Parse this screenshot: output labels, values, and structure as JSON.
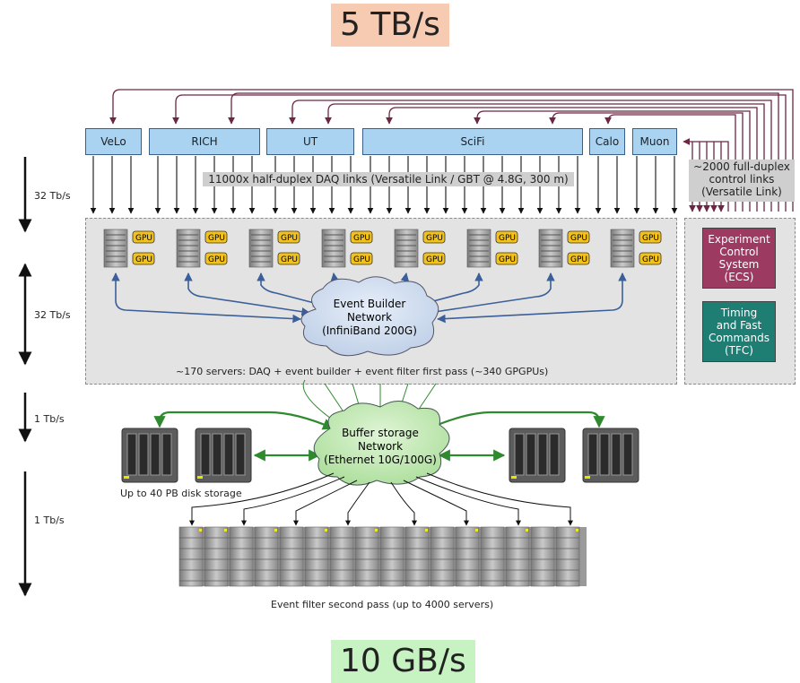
{
  "banners": {
    "top": "5 TB/s",
    "bottom": "10 GB/s"
  },
  "detectors": [
    {
      "label": "VeLo"
    },
    {
      "label": "RICH"
    },
    {
      "label": "UT"
    },
    {
      "label": "SciFi"
    },
    {
      "label": "Calo"
    },
    {
      "label": "Muon"
    }
  ],
  "rates": {
    "r1": "32 Tb/s",
    "r2": "32 Tb/s",
    "r3": "1 Tb/s",
    "r4": "1 Tb/s"
  },
  "links": {
    "daq": "11000x half-duplex DAQ links (Versatile Link / GBT @ 4.8G, 300 m)",
    "control": [
      "~2000 full-duplex",
      "control links",
      "(Versatile Link)"
    ]
  },
  "gpu_label": "GPU",
  "event_builder": [
    "Event Builder",
    "Network",
    "(InfiniBand 200G)"
  ],
  "servers_caption": "~170 servers: DAQ + event builder + event filter first pass (~340 GPGPUs)",
  "ecs": [
    "Experiment",
    "Control",
    "System",
    "(ECS)"
  ],
  "tfc": [
    "Timing",
    "and Fast",
    "Commands",
    "(TFC)"
  ],
  "buffer": [
    "Buffer storage",
    "Network",
    "(Ethernet 10G/100G)"
  ],
  "disk_caption": "Up to 40 PB disk storage",
  "filter_caption": "Event filter second pass (up to 4000 servers)",
  "colors": {
    "control_arrow": "#6b2744",
    "ib_arrow": "#3b5f9a",
    "eth_arrow": "#2f8a2f",
    "ecs": "#9c3a62",
    "tfc": "#1e7e74",
    "detector": "#aad3f2"
  }
}
